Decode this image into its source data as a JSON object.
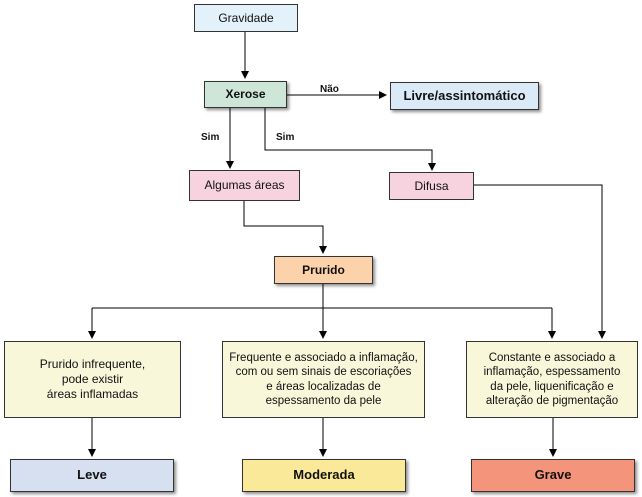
{
  "nodes": {
    "gravidade": {
      "label": "Gravidade",
      "fill": "#e3f1fb"
    },
    "xerose": {
      "label": "Xerose",
      "fill": "#cde6d8"
    },
    "livre": {
      "label": "Livre/assintomático",
      "fill": "#dbeaf7"
    },
    "algumas": {
      "label": "Algumas  áreas",
      "fill": "#f7d3e0"
    },
    "difusa": {
      "label": "Difusa",
      "fill": "#f7d3e0"
    },
    "prurido": {
      "label": "Prurido",
      "fill": "#fbd2a9"
    },
    "desc_leve": {
      "label": "Prurido infrequente,\npode existir\náreas inflamadas",
      "fill": "#f8f7da"
    },
    "desc_moderada": {
      "label": "Frequente e associado a inflamação,\ncom ou sem sinais de escoriações\ne áreas localizadas de\nespessamento da pele",
      "fill": "#f8f7da"
    },
    "desc_grave": {
      "label": "Constante e associado a\ninflamação, espessamento\nda pele, liquenificação e\nalteração de pigmentação",
      "fill": "#f8f7da"
    },
    "leve": {
      "label": "Leve",
      "fill": "#d6e0f0"
    },
    "moderada": {
      "label": "Moderada",
      "fill": "#fbe99a"
    },
    "grave": {
      "label": "Grave",
      "fill": "#f4947a"
    }
  },
  "edge_labels": {
    "nao": "Não",
    "sim_left": "Sim",
    "sim_right": "Sim"
  }
}
